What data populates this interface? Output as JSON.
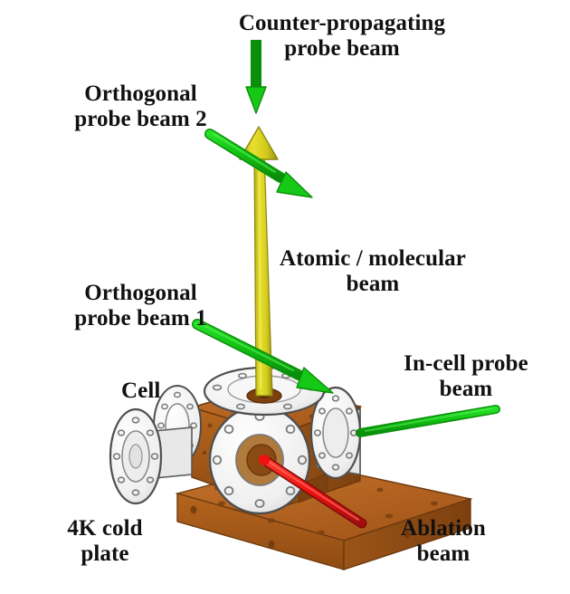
{
  "figure": {
    "title": "Cryogenic buffer gas beam cell schematic",
    "background_color": "#ffffff"
  },
  "labels": {
    "counter_propagating": "Counter-propagating\nprobe beam",
    "orthogonal_probe_2": "Orthogonal\nprobe beam 2",
    "orthogonal_probe_1": "Orthogonal\nprobe beam 1",
    "atomic_molecular": "Atomic / molecular\nbeam",
    "in_cell_probe": "In-cell probe\nbeam",
    "cell": "Cell",
    "cold_plate": "4K cold\nplate",
    "ablation": "Ablation\nbeam"
  },
  "colors": {
    "probe_beam_green": "#16c916",
    "probe_beam_green_dark": "#0a8f0a",
    "atomic_beam_yellow": "#d8d020",
    "atomic_beam_yellow_dark": "#9a9310",
    "ablation_red": "#ee1111",
    "ablation_red_dark": "#a50d0d",
    "copper_plate": "#b5651d",
    "copper_plate_dark": "#8a4a14",
    "copper_cell": "#a8571a",
    "flange_white": "#f2f2f2",
    "flange_outline": "#555555",
    "text": "#111111"
  },
  "elements": {
    "counter_propagating_arrow": {
      "name": "counter-propagating-probe-beam-arrow",
      "direction": "down",
      "color": "#16c916"
    },
    "orthogonal_probe_2_arrow": {
      "name": "orthogonal-probe-beam-2-arrow",
      "direction": "down-right",
      "color": "#16c916"
    },
    "orthogonal_probe_1_arrow": {
      "name": "orthogonal-probe-beam-1-arrow",
      "direction": "down-right",
      "color": "#16c916"
    },
    "in_cell_probe_line": {
      "name": "in-cell-probe-beam-line",
      "direction": "left",
      "color": "#16c916"
    },
    "atomic_beam_column": {
      "name": "atomic-molecular-beam-column",
      "direction": "up",
      "color": "#d8d020"
    },
    "ablation_beam_line": {
      "name": "ablation-beam-line",
      "direction": "up-left",
      "color": "#ee1111"
    },
    "cell_body": {
      "name": "cell-body",
      "color": "#a8571a"
    },
    "cold_plate_body": {
      "name": "cold-plate-body",
      "color": "#b5651d"
    },
    "flanges": [
      {
        "name": "flange-top"
      },
      {
        "name": "flange-front"
      },
      {
        "name": "flange-left"
      },
      {
        "name": "flange-right"
      },
      {
        "name": "flange-rear-left"
      }
    ]
  }
}
